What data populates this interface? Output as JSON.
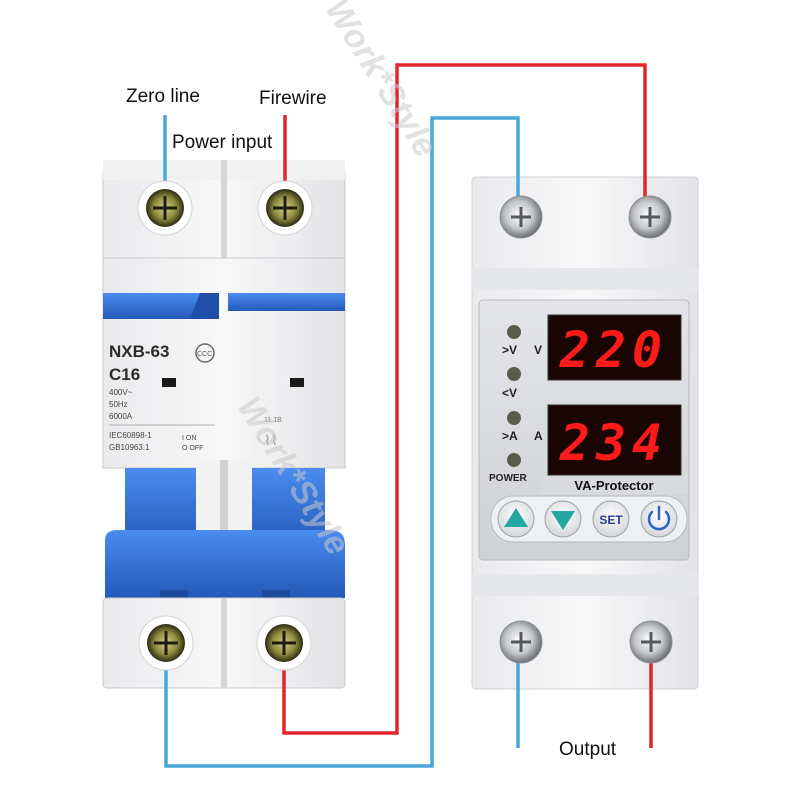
{
  "labels": {
    "zero_line": "Zero line",
    "firewire": "Firewire",
    "power_input": "Power input",
    "output": "Output"
  },
  "watermark": "Work*Style",
  "breaker": {
    "model": "NXB-63",
    "rating": "C16",
    "spec_voltage": "400V~",
    "spec_freq": "50Hz",
    "spec_capacity": "6000A",
    "standard_1": "IEC60898-1",
    "standard_2": "GB10963.1",
    "on_off_on": "I ON",
    "on_off_off": "O OFF",
    "cert_mark": "CCC",
    "right_pole_text": "11 1B"
  },
  "protector": {
    "voltage_display": "220",
    "current_display": "234",
    "over_v_label": ">V",
    "under_v_label": "<V",
    "over_a_label": ">A",
    "power_label": "POWER",
    "volt_unit": "V",
    "amp_unit": "A",
    "brand": "VA-Protector",
    "btn_set": "SET"
  },
  "colors": {
    "live_wire": "#e0262b",
    "neutral_wire": "#4aa8d8",
    "breaker_blue": "#2f6fd6",
    "display_red": "#ff1a1a"
  },
  "icons": {
    "up": "triangle-up-icon",
    "down": "triangle-down-icon",
    "power": "power-icon"
  }
}
